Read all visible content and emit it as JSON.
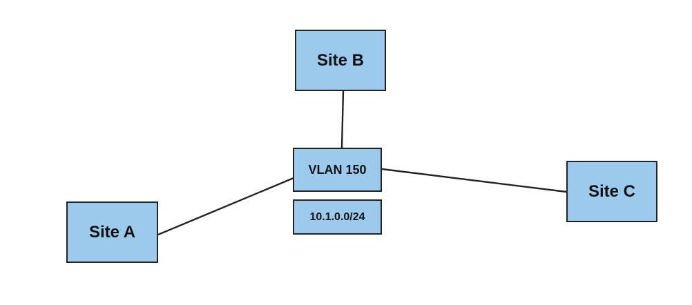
{
  "diagram": {
    "nodes": {
      "site_b": {
        "label": "Site B"
      },
      "vlan": {
        "label": "VLAN 150"
      },
      "subnet": {
        "label": "10.1.0.0/24"
      },
      "site_c": {
        "label": "Site C"
      },
      "site_a": {
        "label": "Site A"
      }
    },
    "connections": [
      {
        "from": "Site B",
        "to": "VLAN 150"
      },
      {
        "from": "VLAN 150",
        "to": "Site C"
      },
      {
        "from": "VLAN 150",
        "to": "Site A"
      }
    ]
  },
  "colors": {
    "node_fill": "#9ccaed",
    "node_border": "#222222",
    "edge": "#222222",
    "background": "#ffffff"
  }
}
